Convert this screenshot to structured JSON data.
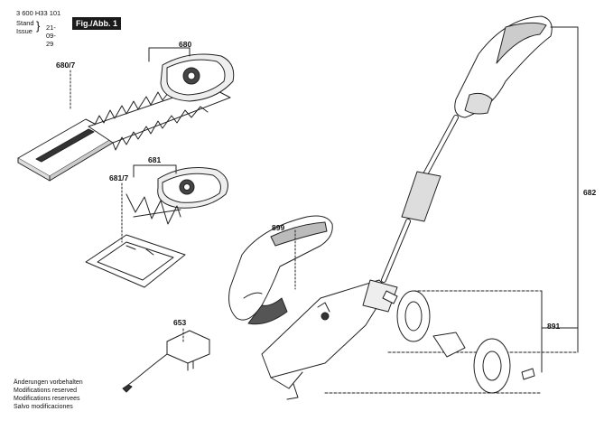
{
  "header": {
    "doc_no": "3 600 H33 101",
    "stand_label": "Stand",
    "issue_label": "Issue",
    "date": "21-09-29",
    "fig_label": "Fig./Abb. 1"
  },
  "parts": {
    "blade_assembly": "680",
    "blade_cover": "680/7",
    "shrub_blade": "681",
    "shrub_cover": "681/7",
    "tool_body": "899",
    "charger": "653",
    "telescopic_handle": "682",
    "wheel_set": "891"
  },
  "notes": [
    "Änderungen vorbehalten",
    "Modifications reserved",
    "Modifications reservees",
    "Salvo modificaciones"
  ]
}
